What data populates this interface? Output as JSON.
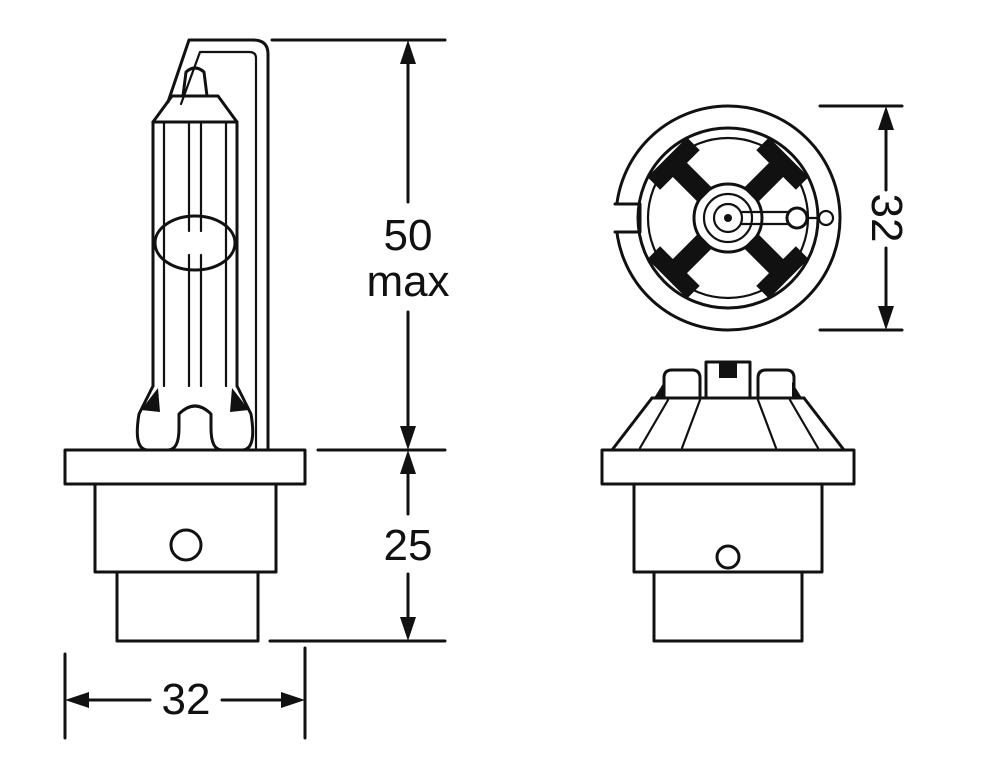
{
  "canvas": {
    "background": "#ffffff",
    "line_color": "#111111"
  },
  "labels": {
    "height": {
      "value": "50",
      "qualifier": "max"
    },
    "base_height": {
      "value": "25"
    },
    "base_width": {
      "value": "32"
    },
    "diameter": {
      "value": "32"
    }
  }
}
